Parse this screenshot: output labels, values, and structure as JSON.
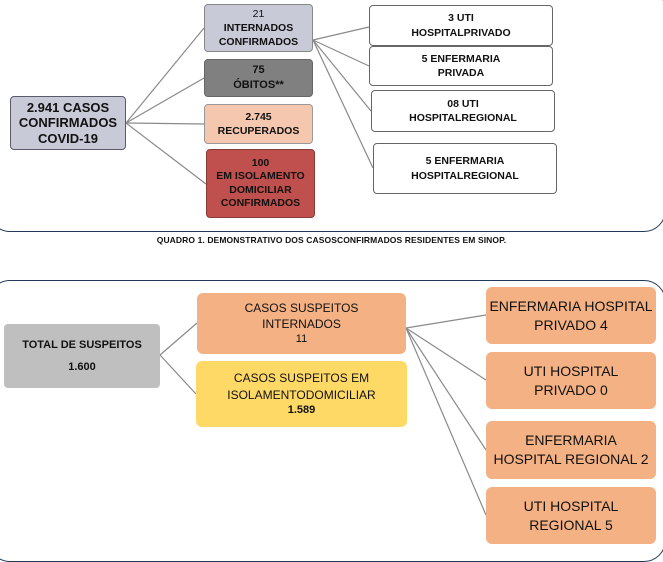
{
  "quadro1": {
    "total": {
      "line1": "2.941 CASOS",
      "line2": "CONFIRMADOS",
      "line3": "COVID-19"
    },
    "internados": {
      "count": "21",
      "line1": "INTERNADOS",
      "line2": "CONFIRMADOS"
    },
    "obitos": {
      "count": "75",
      "label": "ÓBITOS**"
    },
    "recuperados": {
      "count": "2.745",
      "label": "RECUPERADOS"
    },
    "isolamento": {
      "count": "100",
      "line1": "EM ISOLAMENTO",
      "line2": "DOMICILIAR",
      "line3": "CONFIRMADOS"
    },
    "uti_privado": {
      "line1": "3 UTI",
      "line2": "HOSPITALPRIVADO"
    },
    "enfermaria_privada": {
      "line1": "5 ENFERMARIA",
      "line2": "PRIVADA"
    },
    "uti_regional": {
      "line1": "08 UTI",
      "line2": "HOSPITALREGIONAL"
    },
    "enfermaria_regional": {
      "line1": "5 ENFERMARIA",
      "line2": "HOSPITALREGIONAL"
    },
    "caption": "QUADRO 1. DEMONSTRATIVO DOS CASOSCONFIRMADOS RESIDENTES EM SINOP."
  },
  "quadro2": {
    "total": {
      "line1": "TOTAL DE SUSPEITOS",
      "line2": "1.600"
    },
    "internados": {
      "line1": "CASOS SUSPEITOS",
      "line2": "INTERNADOS",
      "count": "11"
    },
    "isolamento": {
      "line1": "CASOS SUSPEITOS EM",
      "line2": "ISOLAMENTODOMICILIAR",
      "count": "1.589"
    },
    "enf_privado": {
      "line1": "ENFERMARIA HOSPITAL",
      "line2": "PRIVADO 4"
    },
    "uti_privado": {
      "line1": "UTI HOSPITAL",
      "line2": "PRIVADO 0"
    },
    "enf_regional": {
      "line1": "ENFERMARIA",
      "line2": "HOSPITAL REGIONAL  2"
    },
    "uti_regional": {
      "line1": "UTI HOSPITAL",
      "line2": "REGIONAL 5"
    }
  },
  "colors": {
    "gray_light": "#c9cad8",
    "gray_mid": "#bfbfbf",
    "gray_dark": "#808080",
    "peach": "#f4c7ae",
    "red": "#c0504d",
    "orange": "#f4b183",
    "yellow": "#ffd966",
    "border": "#1f3a5a"
  }
}
